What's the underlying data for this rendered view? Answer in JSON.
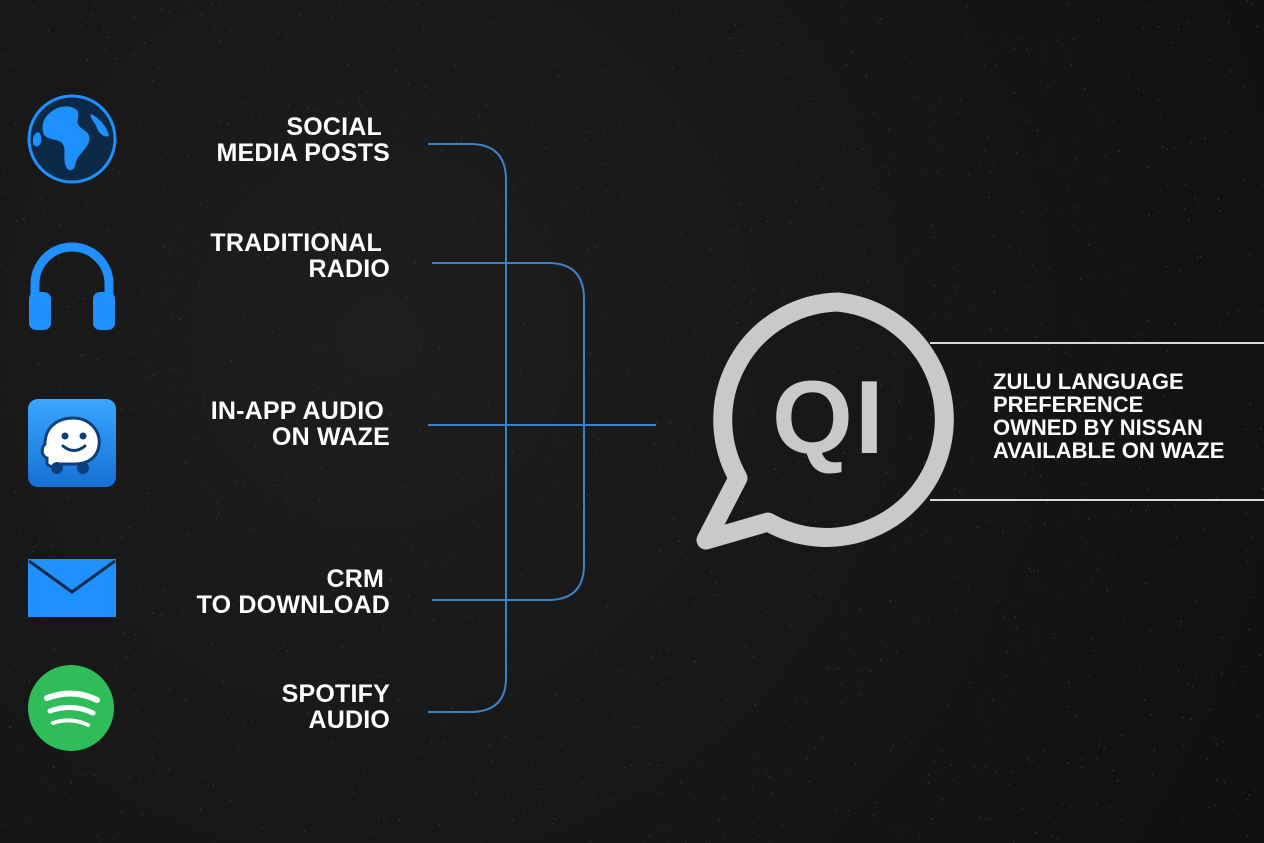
{
  "channels": [
    {
      "icon": "globe-icon",
      "line1": "SOCIAL",
      "line2": "MEDIA POSTS"
    },
    {
      "icon": "headphones-icon",
      "line1": "TRADITIONAL",
      "line2": "RADIO"
    },
    {
      "icon": "waze-icon",
      "line1": "IN-APP AUDIO",
      "line2": "ON WAZE"
    },
    {
      "icon": "envelope-icon",
      "line1": "CRM",
      "line2": "TO DOWNLOAD"
    },
    {
      "icon": "spotify-icon",
      "line1": "SPOTIFY",
      "line2": "AUDIO"
    }
  ],
  "hub": {
    "icon": "speech-bubble-icon",
    "letters": "QI"
  },
  "info": {
    "lines": [
      "ZULU LANGUAGE",
      "PREFERENCE",
      "OWNED BY NISSAN",
      "AVAILABLE ON WAZE"
    ]
  },
  "colors": {
    "background": "#161616",
    "accent_blue": "#1e90ff",
    "connector_blue": "#3b82c8",
    "hub_gray": "#c9c9c9",
    "spotify_green": "#2ebd59",
    "text": "#ffffff"
  }
}
